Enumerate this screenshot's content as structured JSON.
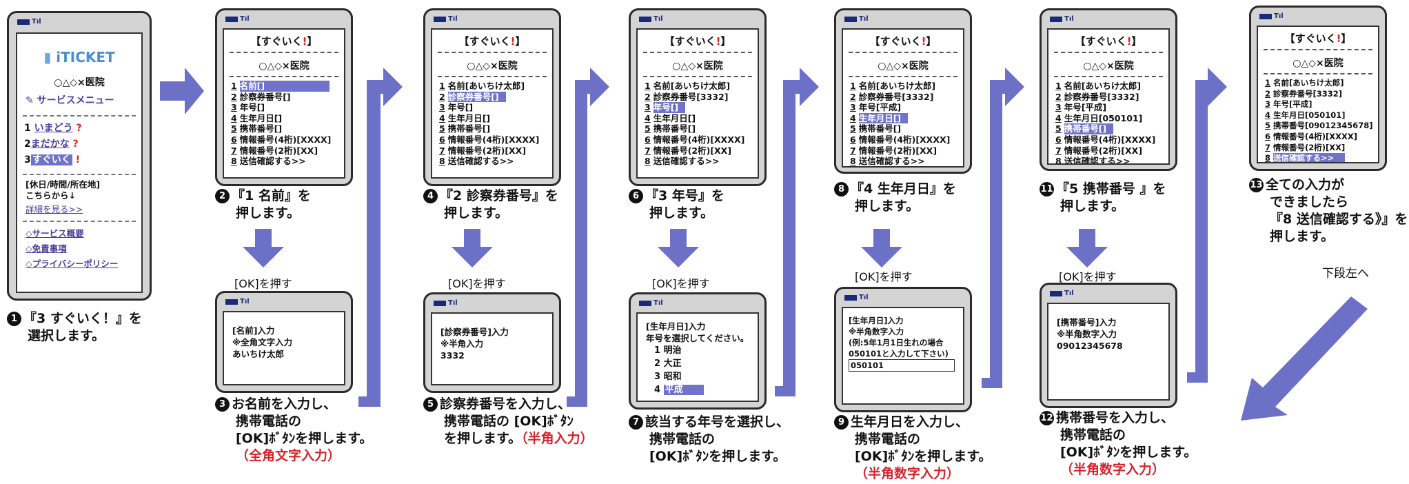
{
  "menu_items": [
    {
      "num": "1",
      "label": "名前[]"
    },
    {
      "num": "2",
      "label": "診察券番号[]"
    },
    {
      "num": "3",
      "label": "年号[]"
    },
    {
      "num": "4",
      "label": "生年月日[]"
    },
    {
      "num": "5",
      "label": "携帯番号[]"
    },
    {
      "num": "6",
      "label": "情報番号(4桁)[XXXX]"
    },
    {
      "num": "7",
      "label": "情報番号(2桁)[XX]"
    },
    {
      "num": "8",
      "label": "送信確認する>>"
    }
  ],
  "screen_title": "【すぐいく",
  "hospital": "○△◇×医院",
  "phone1": {
    "logo": "iTICKET",
    "hospital": "○△◇×医院",
    "service_menu": "サービスメニュー",
    "options": [
      {
        "num": "1",
        "label": "いまどう"
      },
      {
        "num": "2",
        "label": "まだかな"
      },
      {
        "num": "3",
        "label": "すぐいく"
      }
    ],
    "info_line1": "[休日/時間/所在地]",
    "info_line2": "こちらから↓",
    "details_link": "詳細を見る>>",
    "links": [
      "◇サービス概要",
      "◇免責事項",
      "◇プライバシーポリシー"
    ]
  },
  "phone2": {
    "items": [
      "名前[]",
      "診察券番号[]",
      "年号[]",
      "生年月日[]",
      "携帯番号[]",
      "情報番号(4桁)[XXXX]",
      "情報番号(2桁)[XX]",
      "送信確認する>>"
    ]
  },
  "phone3": {
    "items": [
      "名前[あいちけ太郎]",
      "診察券番号[]",
      "年号[]",
      "生年月日[]",
      "携帯番号[]",
      "情報番号(4桁)[XXXX]",
      "情報番号(2桁)[XX]",
      "送信確認する>>"
    ]
  },
  "phone4": {
    "items": [
      "名前[あいちけ太郎]",
      "診察券番号[3332]",
      "年号[]",
      "生年月日[]",
      "携帯番号[]",
      "情報番号(4桁)[XXXX]",
      "情報番号(2桁)[XX]",
      "送信確認する>>"
    ]
  },
  "phone5": {
    "items": [
      "名前[あいちけ太郎]",
      "診察券番号[3332]",
      "年号[平成]",
      "生年月日[]",
      "携帯番号[]",
      "情報番号(4桁)[XXXX]",
      "情報番号(2桁)[XX]",
      "送信確認する>>"
    ]
  },
  "phone6": {
    "items": [
      "名前[あいちけ太郎]",
      "診察券番号[3332]",
      "年号[平成]",
      "生年月日[050101]",
      "携帯番号[]",
      "情報番号(4桁)[XXXX]",
      "情報番号(2桁)[XX]",
      "送信確認する>>"
    ]
  },
  "phone7": {
    "items": [
      "名前[あいちけ太郎]",
      "診察券番号[3332]",
      "年号[平成]",
      "生年月日[050101]",
      "携帯番号[09012345678]",
      "情報番号(4桁)[XXXX]",
      "情報番号(2桁)[XX]",
      "送信確認する>>"
    ]
  },
  "input_screens": {
    "name": {
      "l1": "[名前]入力",
      "l2": "※全角文字入力",
      "l3": "あいちけ太郎"
    },
    "card": {
      "l1": "[診察券番号]入力",
      "l2": "※半角入力",
      "l3": "3332"
    },
    "era": {
      "l1": "[生年月日]入力",
      "l2": "年号を選択してください。",
      "opts": [
        "明治",
        "大正",
        "昭和",
        "平成"
      ]
    },
    "birth": {
      "l1": "[生年月日]入力",
      "l2": "※半角数字入力",
      "l3": "(例:5年1月1日生れの場合",
      "l4": "050101と入力して下さい)",
      "l5": "050101"
    },
    "mobile": {
      "l1": "[携帯番号]入力",
      "l2": "※半角数字入力",
      "l3": "09012345678"
    }
  },
  "ok_label": "[OK]を押す",
  "captions": {
    "c1_n": "1",
    "c1_l1": "『3 すぐいく！』を",
    "c1_l2": "選択します。",
    "c2_n": "2",
    "c2_l1": "『1 名前』を",
    "c2_l2": "押します。",
    "c3_n": "3",
    "c3_l1": "お名前を入力し、",
    "c3_l2": "携帯電話の",
    "c3_l3": "[OK]ﾎﾞﾀﾝを押します。",
    "c3_red": "（全角文字入力）",
    "c4_n": "4",
    "c4_l1": "『2 診察券番号』を",
    "c4_l2": "押します。",
    "c5_n": "5",
    "c5_l1": "診察券番号を入力し、",
    "c5_l2": "携帯電話の [OK]ﾎﾞﾀﾝ",
    "c5_l3": "を押します。",
    "c5_red": "（半角入力）",
    "c6_n": "6",
    "c6_l1": "『3 年号』を",
    "c6_l2": "押します。",
    "c7_n": "7",
    "c7_l1": "該当する年号を選択し、",
    "c7_l2": "携帯電話の",
    "c7_l3": "[OK]ﾎﾞﾀﾝを押します。",
    "c8_n": "8",
    "c8_l1": "『4 生年月日』を",
    "c8_l2": "押します。",
    "c9_n": "9",
    "c9_l1": "生年月日を入力し、",
    "c9_l2": "携帯電話の",
    "c9_l3": "[OK]ﾎﾞﾀﾝを押します。",
    "c9_red": "（半角数字入力）",
    "c11_n": "11",
    "c11_l1": "『5 携帯番号 』を",
    "c11_l2": "押します。",
    "c12_n": "12",
    "c12_l1": "携帯番号を入力し、",
    "c12_l2": "携帯電話の",
    "c12_l3": "[OK]ﾎﾞﾀﾝを押します。",
    "c12_red": "（半角数字入力）",
    "c13_n": "13",
    "c13_l1": "全ての入力が",
    "c13_l2": "できましたら",
    "c13_l3": "『8 送信確認する》』を",
    "c13_l4": "押します。"
  },
  "next_label": "下段左へ",
  "colors": {
    "arrow": "#6c70c7",
    "highlight": "#6f73c9",
    "red": "#d8232a"
  }
}
